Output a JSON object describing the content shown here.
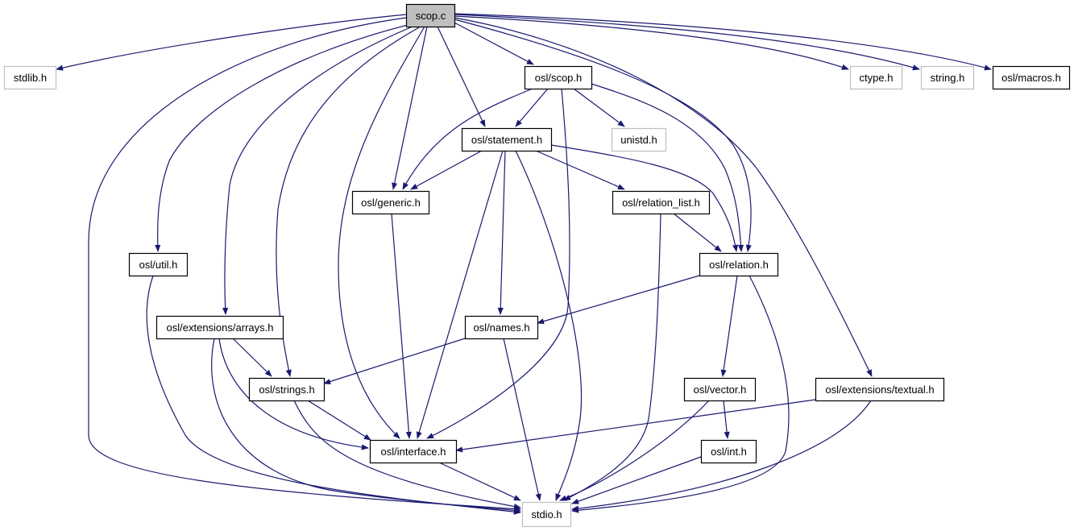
{
  "title": "scop.c include dependency graph",
  "colors": {
    "edge": "#191970",
    "root_fill": "#bfbfbf",
    "node_fill": "#ffffff",
    "node_border": "#000000",
    "external_border": "#bfbfbf"
  },
  "nodes": [
    {
      "id": "scop_c",
      "label": "scop.c",
      "kind": "root"
    },
    {
      "id": "stdlib_h",
      "label": "stdlib.h",
      "kind": "external"
    },
    {
      "id": "osl_scop_h",
      "label": "osl/scop.h",
      "kind": "local"
    },
    {
      "id": "ctype_h",
      "label": "ctype.h",
      "kind": "external"
    },
    {
      "id": "string_h",
      "label": "string.h",
      "kind": "external"
    },
    {
      "id": "osl_macros_h",
      "label": "osl/macros.h",
      "kind": "local"
    },
    {
      "id": "osl_statement_h",
      "label": "osl/statement.h",
      "kind": "local"
    },
    {
      "id": "unistd_h",
      "label": "unistd.h",
      "kind": "external"
    },
    {
      "id": "osl_generic_h",
      "label": "osl/generic.h",
      "kind": "local"
    },
    {
      "id": "osl_relation_list_h",
      "label": "osl/relation_list.h",
      "kind": "local"
    },
    {
      "id": "osl_util_h",
      "label": "osl/util.h",
      "kind": "local"
    },
    {
      "id": "osl_relation_h",
      "label": "osl/relation.h",
      "kind": "local"
    },
    {
      "id": "osl_extensions_arrays_h",
      "label": "osl/extensions/arrays.h",
      "kind": "local"
    },
    {
      "id": "osl_names_h",
      "label": "osl/names.h",
      "kind": "local"
    },
    {
      "id": "osl_strings_h",
      "label": "osl/strings.h",
      "kind": "local"
    },
    {
      "id": "osl_vector_h",
      "label": "osl/vector.h",
      "kind": "local"
    },
    {
      "id": "osl_extensions_textual_h",
      "label": "osl/extensions/textual.h",
      "kind": "local"
    },
    {
      "id": "osl_interface_h",
      "label": "osl/interface.h",
      "kind": "local"
    },
    {
      "id": "osl_int_h",
      "label": "osl/int.h",
      "kind": "local"
    },
    {
      "id": "stdio_h",
      "label": "stdio.h",
      "kind": "external"
    }
  ],
  "edges": [
    {
      "from": "scop_c",
      "to": "stdlib_h"
    },
    {
      "from": "scop_c",
      "to": "stdio_h"
    },
    {
      "from": "scop_c",
      "to": "osl_util_h"
    },
    {
      "from": "scop_c",
      "to": "osl_extensions_arrays_h"
    },
    {
      "from": "scop_c",
      "to": "osl_strings_h"
    },
    {
      "from": "scop_c",
      "to": "osl_interface_h"
    },
    {
      "from": "scop_c",
      "to": "osl_generic_h"
    },
    {
      "from": "scop_c",
      "to": "osl_statement_h"
    },
    {
      "from": "scop_c",
      "to": "osl_scop_h"
    },
    {
      "from": "scop_c",
      "to": "osl_relation_h"
    },
    {
      "from": "scop_c",
      "to": "osl_extensions_textual_h"
    },
    {
      "from": "scop_c",
      "to": "ctype_h"
    },
    {
      "from": "scop_c",
      "to": "string_h"
    },
    {
      "from": "scop_c",
      "to": "osl_macros_h"
    },
    {
      "from": "osl_scop_h",
      "to": "osl_generic_h"
    },
    {
      "from": "osl_scop_h",
      "to": "osl_statement_h"
    },
    {
      "from": "osl_scop_h",
      "to": "unistd_h"
    },
    {
      "from": "osl_scop_h",
      "to": "osl_interface_h"
    },
    {
      "from": "osl_scop_h",
      "to": "osl_relation_h"
    },
    {
      "from": "osl_statement_h",
      "to": "osl_generic_h"
    },
    {
      "from": "osl_statement_h",
      "to": "osl_relation_list_h"
    },
    {
      "from": "osl_statement_h",
      "to": "osl_relation_h"
    },
    {
      "from": "osl_statement_h",
      "to": "osl_names_h"
    },
    {
      "from": "osl_statement_h",
      "to": "osl_interface_h"
    },
    {
      "from": "osl_statement_h",
      "to": "stdio_h"
    },
    {
      "from": "osl_generic_h",
      "to": "osl_interface_h"
    },
    {
      "from": "osl_relation_list_h",
      "to": "osl_relation_h"
    },
    {
      "from": "osl_relation_list_h",
      "to": "stdio_h"
    },
    {
      "from": "osl_util_h",
      "to": "stdio_h"
    },
    {
      "from": "osl_relation_h",
      "to": "osl_names_h"
    },
    {
      "from": "osl_relation_h",
      "to": "osl_vector_h"
    },
    {
      "from": "osl_relation_h",
      "to": "stdio_h"
    },
    {
      "from": "osl_extensions_arrays_h",
      "to": "osl_strings_h"
    },
    {
      "from": "osl_extensions_arrays_h",
      "to": "osl_interface_h"
    },
    {
      "from": "osl_extensions_arrays_h",
      "to": "stdio_h"
    },
    {
      "from": "osl_names_h",
      "to": "osl_strings_h"
    },
    {
      "from": "osl_names_h",
      "to": "stdio_h"
    },
    {
      "from": "osl_strings_h",
      "to": "osl_interface_h"
    },
    {
      "from": "osl_strings_h",
      "to": "stdio_h"
    },
    {
      "from": "osl_vector_h",
      "to": "osl_int_h"
    },
    {
      "from": "osl_vector_h",
      "to": "stdio_h"
    },
    {
      "from": "osl_extensions_textual_h",
      "to": "osl_interface_h"
    },
    {
      "from": "osl_extensions_textual_h",
      "to": "stdio_h"
    },
    {
      "from": "osl_interface_h",
      "to": "stdio_h"
    },
    {
      "from": "osl_int_h",
      "to": "stdio_h"
    }
  ]
}
